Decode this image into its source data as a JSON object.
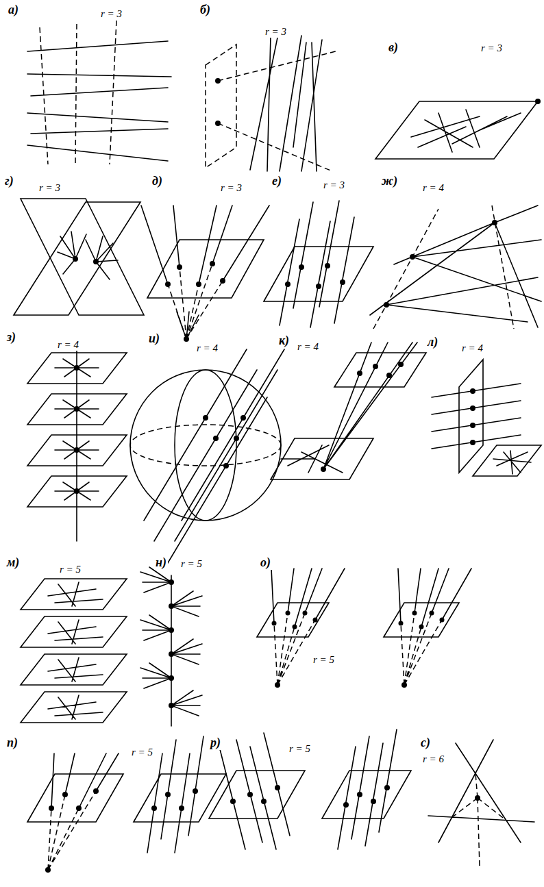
{
  "diagram": {
    "labels": [
      "а)",
      "r = 3",
      "б)",
      "r = 3",
      "в)",
      "r = 3",
      "г)",
      "r = 3",
      "д)",
      "r = 3",
      "е)",
      "r = 3",
      "ж)",
      "r = 4",
      "з)",
      "r = 4",
      "и)",
      "r = 4",
      "к)",
      "r = 4",
      "л)",
      "r = 4",
      "м)",
      "r = 5",
      "н)",
      "r = 5",
      "о)",
      "r = 5",
      "п)",
      "r = 5",
      "р)",
      "r = 5",
      "с)",
      "r = 6"
    ]
  }
}
